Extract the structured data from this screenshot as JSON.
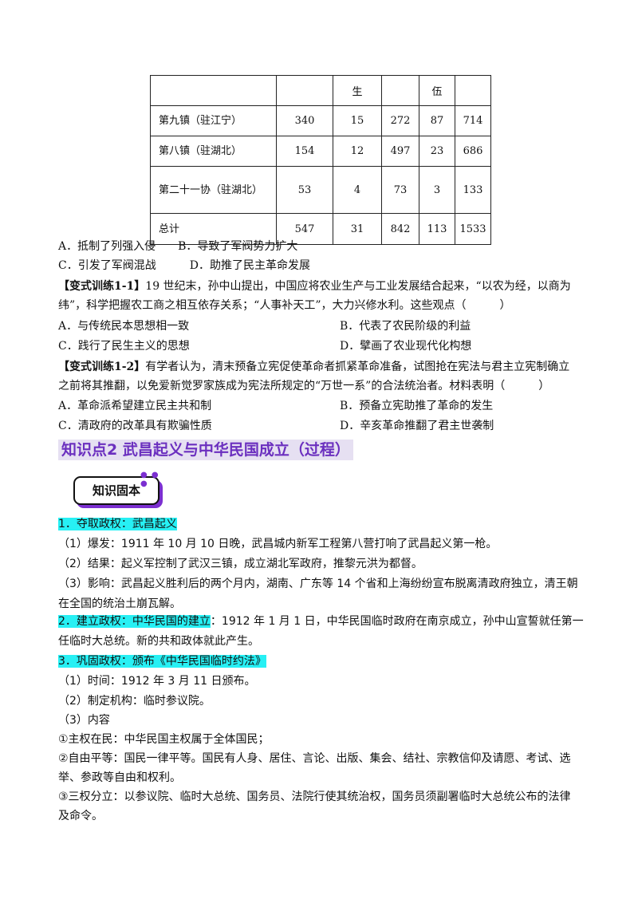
{
  "table": {
    "header": [
      "",
      "",
      "生",
      "",
      "伍",
      ""
    ],
    "rows": [
      {
        "name": "第九镇（驻江宁）",
        "v": [
          "340",
          "15",
          "272",
          "87",
          "714"
        ]
      },
      {
        "name": "第八镇（驻湖北）",
        "v": [
          "154",
          "12",
          "497",
          "23",
          "686"
        ]
      },
      {
        "name": "第二十一协（驻湖北）",
        "v": [
          "53",
          "4",
          "73",
          "3",
          "133"
        ]
      },
      {
        "name": "总计",
        "v": [
          "547",
          "31",
          "842",
          "113",
          "1533"
        ]
      }
    ]
  },
  "q1_options": {
    "a": "A．抵制了列强入侵",
    "b": "B．导致了军阀势力扩大",
    "c": "C．引发了军阀混战",
    "d": "D．助推了民主革命发展"
  },
  "ex11": {
    "label": "【变式训练1-1】",
    "line1": "19 世纪末，孙中山提出，中国应将农业生产与工业发展结合起来，“以农为经，以商为",
    "line2": "纬”，科学把握农工商之相互依存关系；“人事补天工”，大力兴修水利。这些观点（　　　）",
    "a": "A．与传统民本思想相一致",
    "b": "B．代表了农民阶级的利益",
    "c": "C．践行了民生主义的思想",
    "d": "D．擘画了农业现代化构想"
  },
  "ex12": {
    "label": "【变式训练1-2】",
    "line1": "有学者认为，清末预备立宪促使革命者抓紧革命准备，试图抢在宪法与君主立宪制确立",
    "line2": "之前将其推翻，以免爱新觉罗家族成为宪法所规定的“万世一系”的合法统治者。材料表明（　　　）",
    "a": "A．革命派希望建立民主共和制",
    "b": "B．预备立宪助推了革命的发生",
    "c": "C．清政府的改革具有欺骗性质",
    "d": "D．辛亥革命推翻了君主世袭制"
  },
  "kp2": {
    "prefix": "知识点",
    "num": "2",
    "title": "武昌起义与中华民国成立（过程）"
  },
  "badge": "知识固本",
  "s1": {
    "heading": "1．夺取政权：武昌起义",
    "p1": "（1）爆发：1911 年 10 月 10 日晚，武昌城内新军工程第八营打响了武昌起义第一枪。",
    "p2": "（2）结果：起义军控制了武汉三镇，成立湖北军政府，推黎元洪为都督。",
    "p3a": "（3）影响：武昌起义胜利后的两个月内，湖南、广东等 14 个省和上海纷纷宣布脱离清政府独立，清王朝",
    "p3b": "在全国的统治土崩瓦解。"
  },
  "s2": {
    "heading": "2．建立政权：中华民国的建立",
    "rest": "：1912 年 1 月 1 日，中华民国临时政府在南京成立，孙中山宣誓就任第一",
    "line2": "任临时大总统。新的共和政体就此产生。"
  },
  "s3": {
    "heading": "3．巩固政权：颁布《中华民国临时约法》",
    "p1": "（1）时间：1912 年 3 月 11 日颁布。",
    "p2": "（2）制定机构：临时参议院。",
    "p3": "（3）内容",
    "c1": "①主权在民：中华民国主权属于全体国民；",
    "c2a": "②自由平等：国民一律平等。国民有人身、居住、言论、出版、集会、结社、宗教信仰及请愿、考试、选",
    "c2b": "举、参政等自由和权利。",
    "c3a": "③三权分立：以参议院、临时大总统、国务员、法院行使其统治权，国务员须副署临时大总统公布的法律",
    "c3b": "及命令。"
  }
}
